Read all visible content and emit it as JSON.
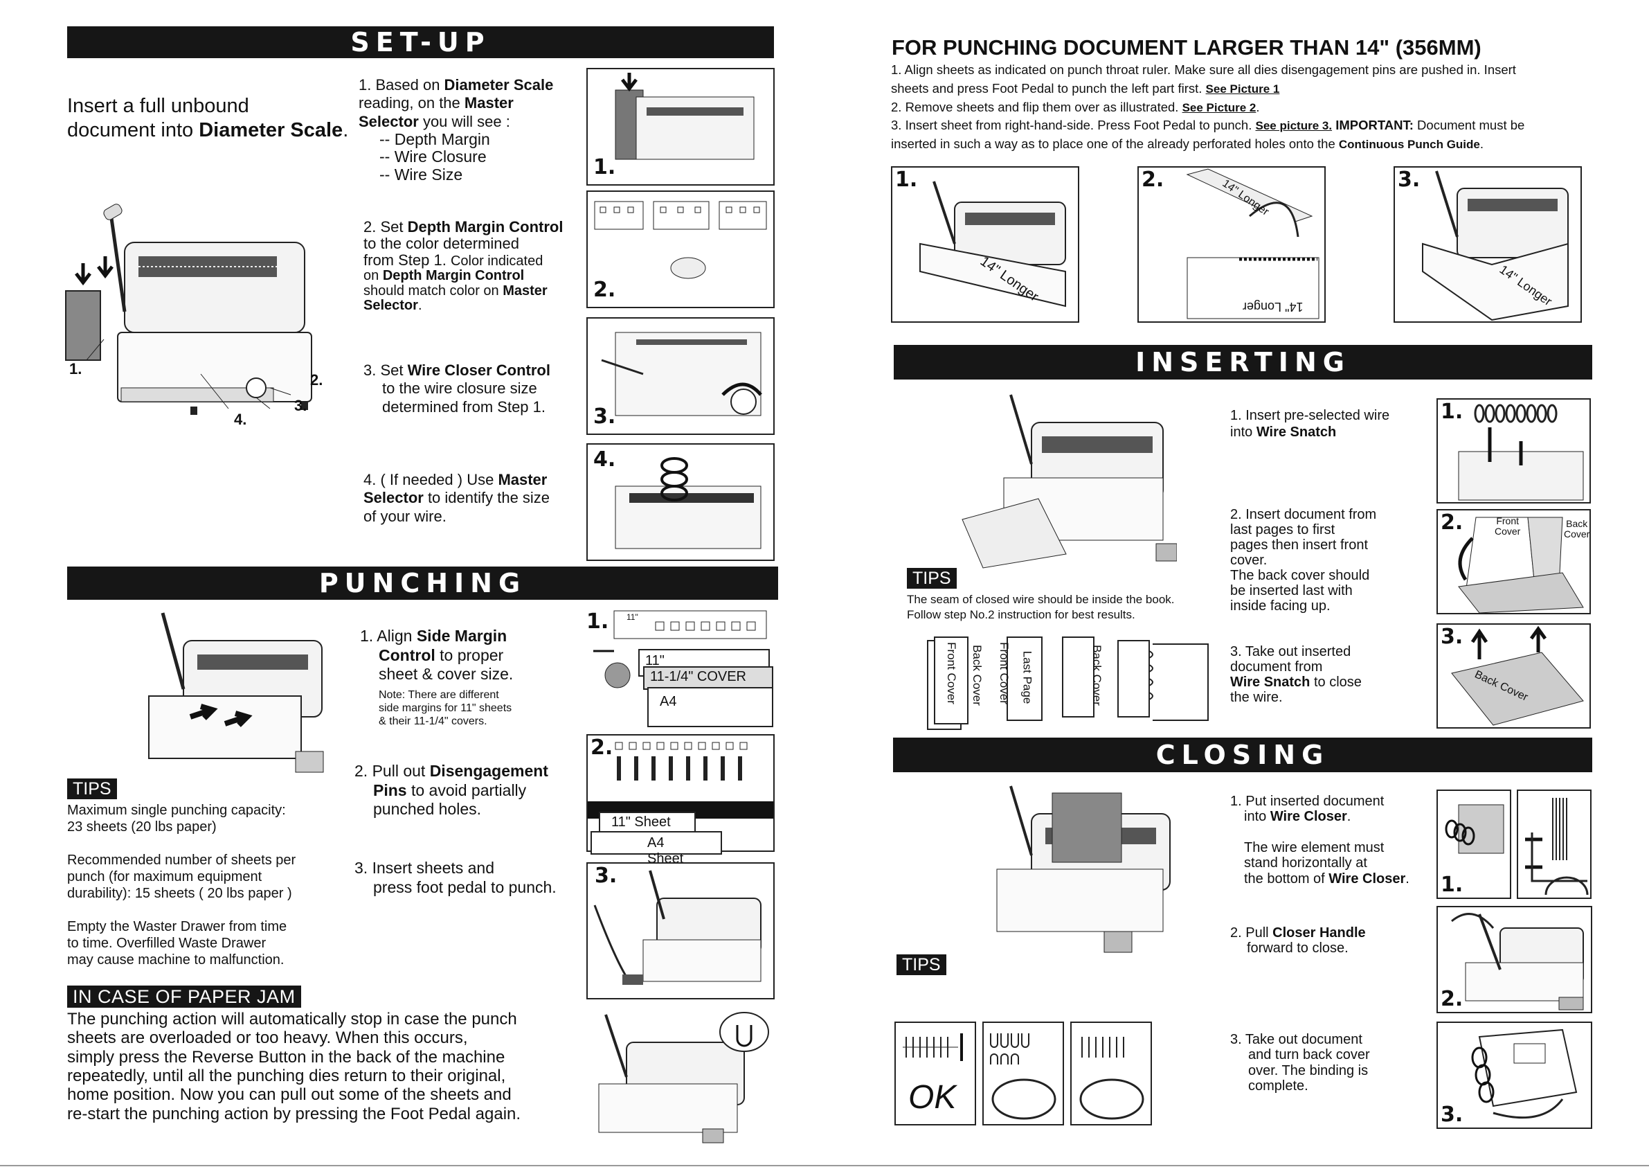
{
  "setup": {
    "header": "SET-UP",
    "intro_a": "Insert a full unbound",
    "intro_b": "document into ",
    "intro_bold": "Diameter Scale",
    "intro_end": ".",
    "step1_a": "1. Based on ",
    "step1_b1": "Diameter Scale",
    "step1_c": "reading, on the ",
    "step1_b2": "Master",
    "step1_b3": "Selector",
    "step1_d": " you will see :",
    "step1_items": [
      "-- Depth Margin",
      "-- Wire Closure",
      "-- Wire Size"
    ],
    "step2_a": "2. Set ",
    "step2_b1": "Depth Margin Control",
    "step2_c": "to the color determined",
    "step2_d": "from Step 1. ",
    "step2_e": "Color indicated",
    "step2_f": "on ",
    "step2_b2": "Depth Margin Control",
    "step2_g": "should match color on ",
    "step2_b3": "Master",
    "step2_b4": "Selector",
    "step2_h": ".",
    "step3_a": "3. Set ",
    "step3_b": "Wire Closer Control",
    "step3_c": "to the wire closure size",
    "step3_d": "determined from Step 1.",
    "step4_a": "4. ( If needed ) Use ",
    "step4_b1": "Master",
    "step4_b2": "Selector",
    "step4_c": " to identify the size",
    "step4_d": "of your wire.",
    "machine_labels": [
      "1.",
      "2.",
      "3.",
      "4."
    ],
    "panel_nums": [
      "1.",
      "2.",
      "3.",
      "4."
    ]
  },
  "punching": {
    "header": "PUNCHING",
    "step1_a": "1. Align ",
    "step1_b1": "Side Margin",
    "step1_b2": "Control",
    "step1_c": " to proper",
    "step1_d": "sheet & cover size.",
    "note_a": "Note: There are different",
    "note_b": "side margins for 11\" sheets",
    "note_c": "& their 11-1/4\" covers.",
    "step2_a": "2. Pull out ",
    "step2_b1": "Disengagement",
    "step2_b2": "Pins",
    "step2_c": " to avoid partially",
    "step2_d": "punched holes.",
    "step3_a": "3. Insert sheets and",
    "step3_b": "press foot pedal to punch.",
    "tips_label": "TIPS",
    "tips": [
      "Maximum single punching capacity:",
      "23 sheets (20 lbs paper)",
      "Recommended number of sheets per",
      "punch (for maximum equipment",
      "durability): 15 sheets ( 20 lbs paper )",
      "Empty the Waster Drawer from time",
      "to time.  Overfilled Waste Drawer",
      "may cause machine to malfunction."
    ],
    "panel1_labels": [
      "11\"",
      "11-1/4\" COVER",
      "A4"
    ],
    "panel2_labels": [
      "11\" Sheet",
      "A4 Sheet"
    ],
    "panel_nums": [
      "1.",
      "2.",
      "3."
    ],
    "ruler_label": "11\""
  },
  "jam": {
    "header": "IN CASE OF PAPER JAM",
    "lines": [
      "The punching action will automatically stop in case the punch",
      "sheets are overloaded or too heavy.   When this occurs,",
      "simply press the Reverse Button in the back of the machine",
      "repeatedly, until all the punching dies return to their original,",
      "home position.  Now you can pull out some of the sheets and",
      "re-start the punching action by pressing the Foot Pedal again."
    ]
  },
  "large": {
    "title": "FOR PUNCHING DOCUMENT  LARGER THAN 14\" (356MM)",
    "l1": "1. Align sheets as indicated on punch throat ruler.  Make sure all dies disengagement pins are pushed in. Insert",
    "l2a": "sheets and press Foot Pedal to punch the left part first.  ",
    "l2link": "See Picture 1",
    "l3a": "2. Remove sheets and flip them over as illustrated.    ",
    "l3link": "See Picture 2",
    "l3end": ".",
    "l4a": "3. Insert sheet from right-hand-side. Press Foot Pedal to punch.  ",
    "l4link": "See picture 3.",
    "l4b": "  ",
    "l4bold": "IMPORTANT:",
    "l4c": " Document must be",
    "l5a": "inserted in such a way as to place one of the already perforated holes onto the ",
    "l5bold": "Continuous Punch Guide",
    "l5end": ".",
    "panel_nums": [
      "1.",
      "2.",
      "3."
    ],
    "longer": "14\" Longer"
  },
  "inserting": {
    "header": "INSERTING",
    "step1_a": "1. Insert pre-selected wire",
    "step1_b": "into ",
    "step1_bold": "Wire Snatch",
    "step2": [
      "2. Insert document from",
      "last pages to first",
      "pages then insert front",
      "cover.",
      "The back cover should",
      "be inserted last with",
      "inside facing up."
    ],
    "step3_a": "3. Take out inserted",
    "step3_b": "document from",
    "step3_bold": "Wire Snatch",
    "step3_c": " to close",
    "step3_d": "the wire.",
    "tips_label": "TIPS",
    "tips_a": "The seam of closed wire should be inside the book.",
    "tips_b": "Follow step No.2 instruction for best results.",
    "book_labels": [
      "Front Cover",
      "Back Cover",
      "Front Cover",
      "Last Page",
      "Back Cover"
    ],
    "panel2_labels": [
      "Front",
      "Cover",
      "Back",
      "Cover"
    ],
    "panel3_label": "Back Cover",
    "panel_nums": [
      "1.",
      "2.",
      "3."
    ]
  },
  "closing": {
    "header": "CLOSING",
    "step1_a": "1. Put inserted document",
    "step1_b": "into ",
    "step1_bold": "Wire Closer",
    "step1_end": ".",
    "step1_c": "The wire element must",
    "step1_d": "stand horizontally at",
    "step1_e": "the bottom of ",
    "step1_bold2": "Wire Closer",
    "step1_end2": ".",
    "step2_a": "2. Pull ",
    "step2_bold": "Closer Handle",
    "step2_b": "forward to close.",
    "step3": [
      "3. Take out document",
      "and turn back cover",
      "over. The binding is",
      "complete."
    ],
    "tips_label": "TIPS",
    "ok_label": "OK",
    "panel_nums": [
      "1.",
      "2.",
      "3."
    ]
  }
}
